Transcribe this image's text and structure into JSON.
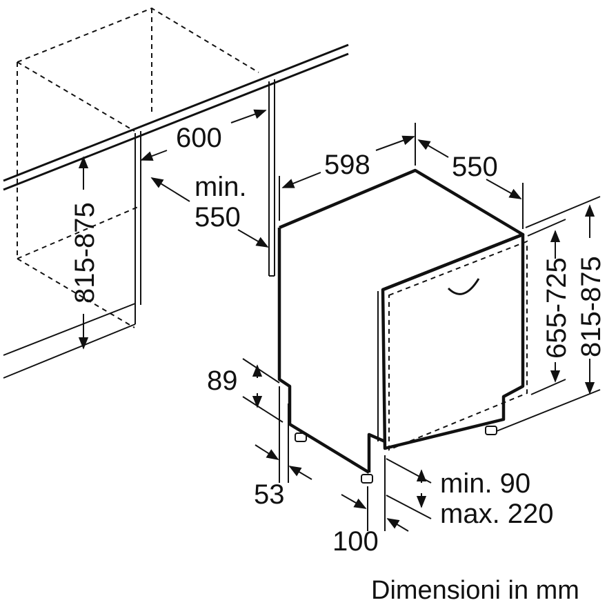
{
  "dimensions": {
    "niche_width": "600",
    "niche_depth_label": "min.",
    "niche_depth_value": "550",
    "niche_height": "815-875",
    "appliance_width": "598",
    "appliance_depth": "550",
    "door_height": "655-725",
    "appliance_height": "815-875",
    "plinth_top": "89",
    "plinth_setback": "53",
    "plinth_min": "min. 90",
    "plinth_max": "max. 220",
    "front_offset": "100"
  },
  "caption": "Dimensioni in mm"
}
